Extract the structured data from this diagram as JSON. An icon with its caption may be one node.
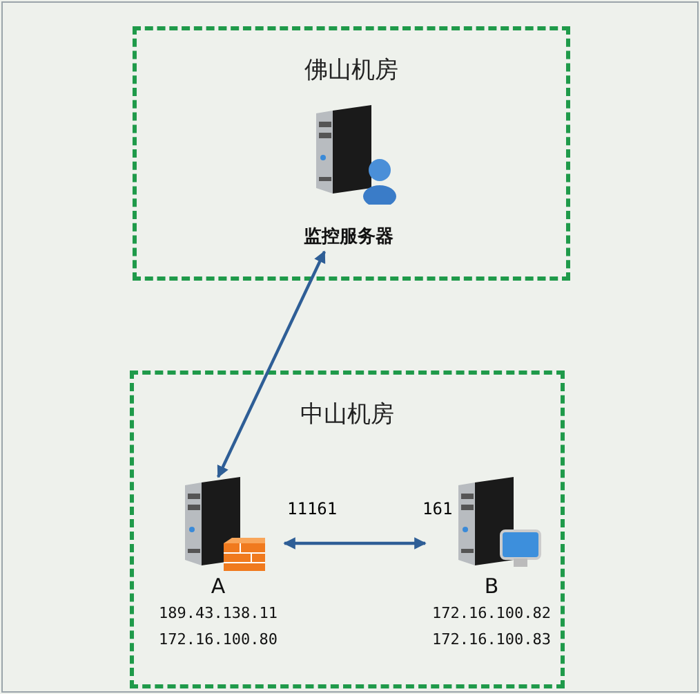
{
  "diagram": {
    "nodes": [
      {
        "text": [
          "佛山机房"
        ]
      },
      {
        "text": [
          "监控服务器"
        ],
        "in": 0
      },
      {
        "text": [
          "中山机房"
        ]
      },
      {
        "text": [
          "A"
        ],
        "in": 2,
        "beside": [
          "189.43.138.11",
          "172.16.100.80"
        ]
      },
      {
        "text": [
          "B"
        ],
        "in": 2,
        "beside": [
          "172.16.100.82",
          "172.16.100.83"
        ]
      }
    ],
    "edges": [
      {
        "from": 1,
        "to": 3,
        "arrow": "both"
      },
      {
        "from": 3,
        "to": 4,
        "arrow": "both"
      }
    ],
    "labels": [
      "11161",
      "161"
    ]
  }
}
